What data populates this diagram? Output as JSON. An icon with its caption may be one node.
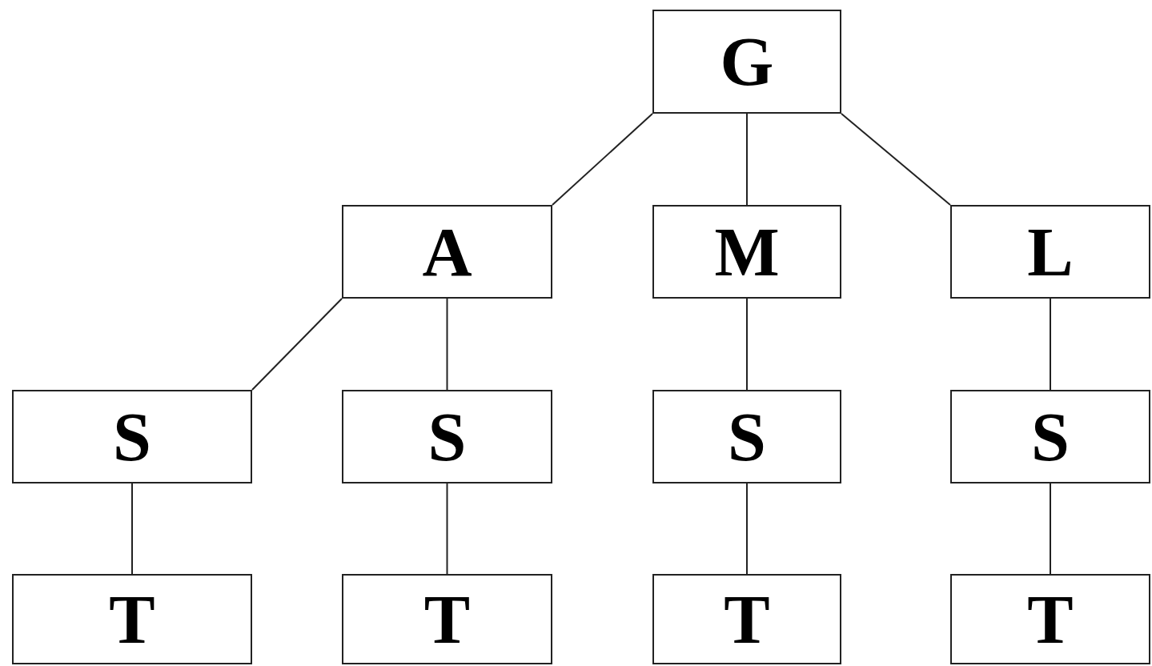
{
  "diagram": {
    "nodes": [
      {
        "text": [
          "G"
        ]
      },
      {
        "text": [
          "A"
        ]
      },
      {
        "text": [
          "M"
        ]
      },
      {
        "text": [
          "L"
        ]
      },
      {
        "text": [
          "S"
        ]
      },
      {
        "text": [
          "S"
        ]
      },
      {
        "text": [
          "S"
        ]
      },
      {
        "text": [
          "S"
        ]
      },
      {
        "text": [
          "T"
        ]
      },
      {
        "text": [
          "T"
        ]
      },
      {
        "text": [
          "T"
        ]
      },
      {
        "text": [
          "T"
        ]
      }
    ],
    "edges": [
      {
        "from": 0,
        "to": 1,
        "arrow": "none"
      },
      {
        "from": 0,
        "to": 2,
        "arrow": "none"
      },
      {
        "from": 0,
        "to": 3,
        "arrow": "none"
      },
      {
        "from": 1,
        "to": 4,
        "arrow": "none"
      },
      {
        "from": 1,
        "to": 5,
        "arrow": "none"
      },
      {
        "from": 2,
        "to": 6,
        "arrow": "none"
      },
      {
        "from": 3,
        "to": 7,
        "arrow": "none"
      },
      {
        "from": 4,
        "to": 8,
        "arrow": "none"
      },
      {
        "from": 5,
        "to": 9,
        "arrow": "none"
      },
      {
        "from": 6,
        "to": 10,
        "arrow": "none"
      },
      {
        "from": 7,
        "to": 11,
        "arrow": "none"
      }
    ]
  }
}
